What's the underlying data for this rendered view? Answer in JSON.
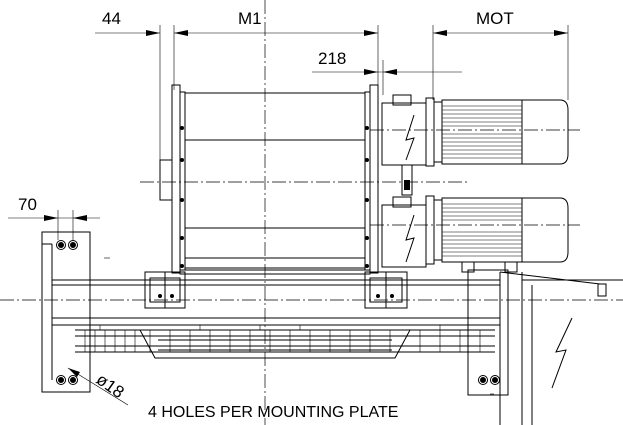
{
  "dimensions": {
    "d44": "44",
    "m1": "M1",
    "mot": "MOT",
    "d218": "218",
    "d70": "70",
    "hole_diameter": "ø18"
  },
  "note": "4 HOLES PER MOUNTING PLATE"
}
